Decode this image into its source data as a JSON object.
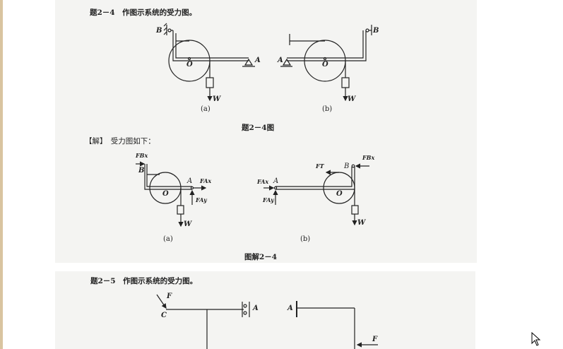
{
  "page1": {
    "problem_title": "题2－4　作图示系统的受力图。",
    "figure_caption": "题2－4图",
    "solution_intro": "【解】　受力图如下：",
    "solution_caption": "图解2－4",
    "sub_labels": [
      "(a)",
      "(b)"
    ],
    "labels": {
      "A": "A",
      "B": "B",
      "O": "O",
      "W": "W",
      "FBx": "FBx",
      "FAx": "FAx",
      "FAy": "FAy",
      "FT": "FT"
    }
  },
  "page2": {
    "problem_title": "题2－5　作图示系统的受力图。",
    "labels": {
      "F": "F",
      "C": "C",
      "A": "A"
    }
  },
  "cursor": "arrow-pointer-icon"
}
